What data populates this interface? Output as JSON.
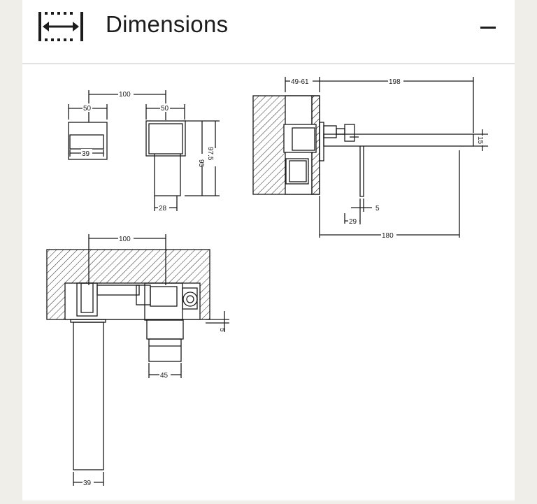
{
  "panel": {
    "title": "Dimensions",
    "icon": "dimensions-ruler-icon",
    "toggle_icon": "minus-icon",
    "toggle_state": "expanded"
  },
  "dimensions": {
    "front_view": {
      "centers": "100",
      "handle_width": "50",
      "spout_face": "39"
    },
    "handle_view": {
      "width": "50",
      "height_95": "95",
      "height_97_5": "97.5",
      "base": "28"
    },
    "side_view": {
      "wall_depth": "49-61",
      "spout_reach": "198",
      "spout_thickness": "15",
      "plate_gap": "5",
      "plate_offset": "29",
      "overall": "180"
    },
    "top_view": {
      "centers": "100",
      "plate_gap": "5",
      "handle_width": "45",
      "spout_width": "39"
    }
  },
  "colors": {
    "line": "#1a1a1a",
    "background": "#ffffff",
    "page": "#efeee9",
    "divider": "#e2e2e2"
  }
}
